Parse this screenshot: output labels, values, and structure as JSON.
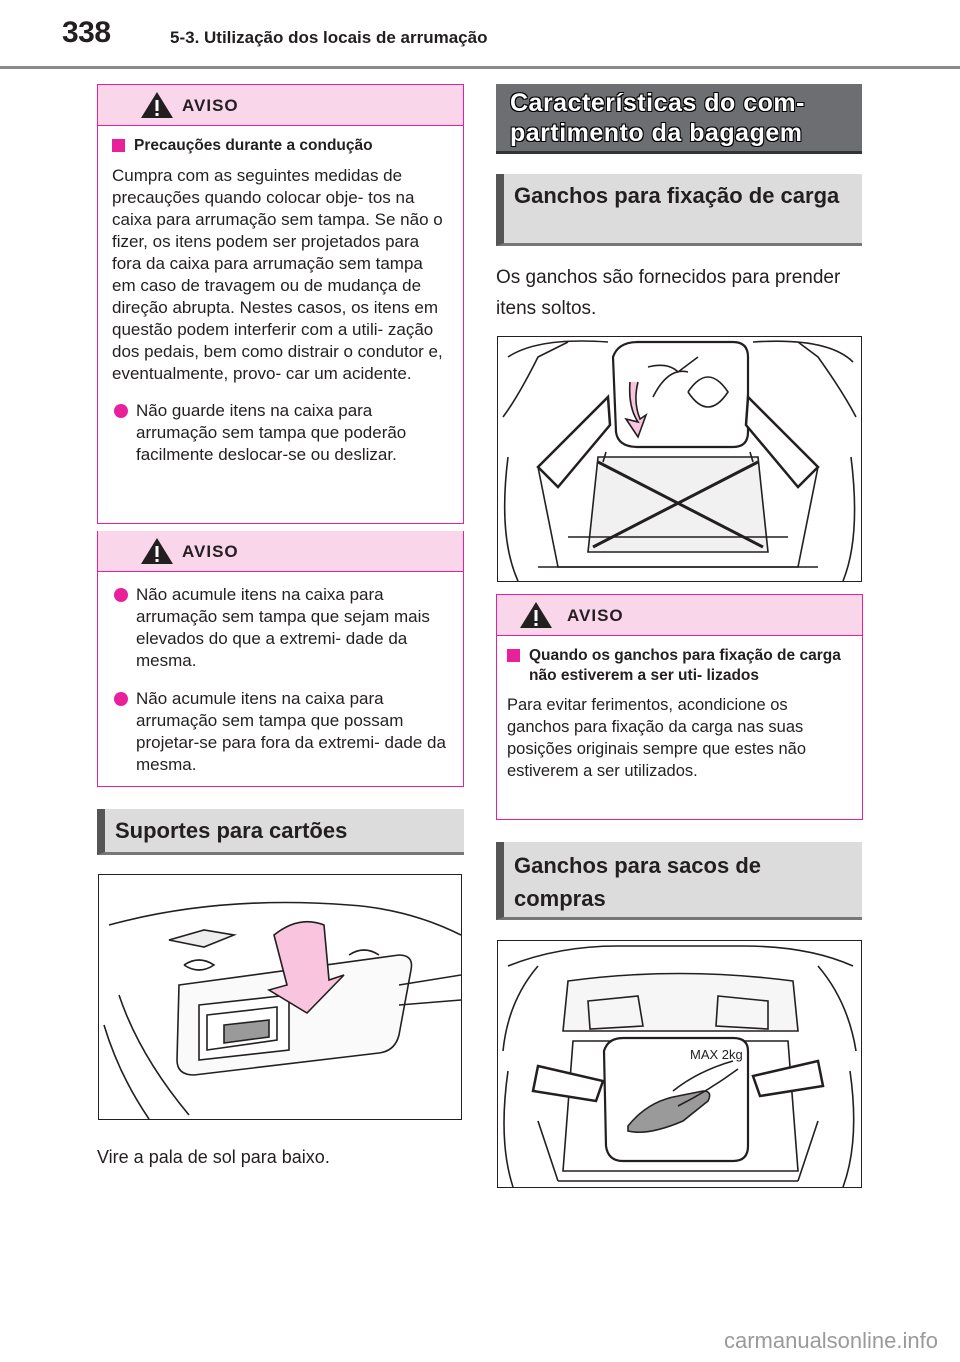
{
  "header": {
    "page_number": "338",
    "section_title": "5-3. Utilização dos locais de arrumação"
  },
  "left": {
    "warning1": {
      "label": "AVISO",
      "heading": "Precauções durante a condução",
      "body": "Cumpra com as seguintes medidas de precauções quando colocar obje- tos na caixa para arrumação sem tampa. Se não o fizer, os itens podem ser projetados para fora da caixa para arrumação sem tampa em caso de travagem ou de mudança de direção abrupta. Nestes casos, os itens em questão podem interferir com a utili- zação dos pedais, bem como distrair o condutor e, eventualmente, provo- car um acidente.",
      "bullet": "Não guarde itens na caixa para arrumação sem tampa que poderão facilmente deslocar-se ou deslizar."
    },
    "warning2": {
      "label": "AVISO",
      "bullet1": "Não acumule itens na caixa para arrumação sem tampa que sejam mais elevados do que a extremi- dade da mesma.",
      "bullet2": "Não acumule itens na caixa para arrumação sem tampa que possam projetar-se para fora da extremi- dade da mesma."
    },
    "card_heading": "Suportes para cartões",
    "card_caption": "Vire a pala de sol para baixo."
  },
  "right": {
    "main_heading": "Características do com- partimento da bagagem",
    "hooks_heading": "Ganchos para fixação de carga",
    "hooks_text": "Os ganchos são fornecidos para prender itens soltos.",
    "warning3": {
      "label": "AVISO",
      "heading": "Quando os ganchos para fixação de carga não estiverem a ser uti- lizados",
      "body": "Para evitar ferimentos, acondicione os ganchos para fixação da carga nas suas posições originais sempre que estes não estiverem a ser utilizados."
    },
    "bags_heading": "Ganchos para sacos de compras",
    "max_label": "MAX 2kg"
  },
  "watermark": "carmanualsonline.info",
  "colors": {
    "accent": "#e8219a",
    "warn_bg": "#f9d6ea",
    "gray_head": "#dcdcdd",
    "dark_head": "#6d6e71"
  },
  "icons": [
    "warning-triangle-icon"
  ]
}
